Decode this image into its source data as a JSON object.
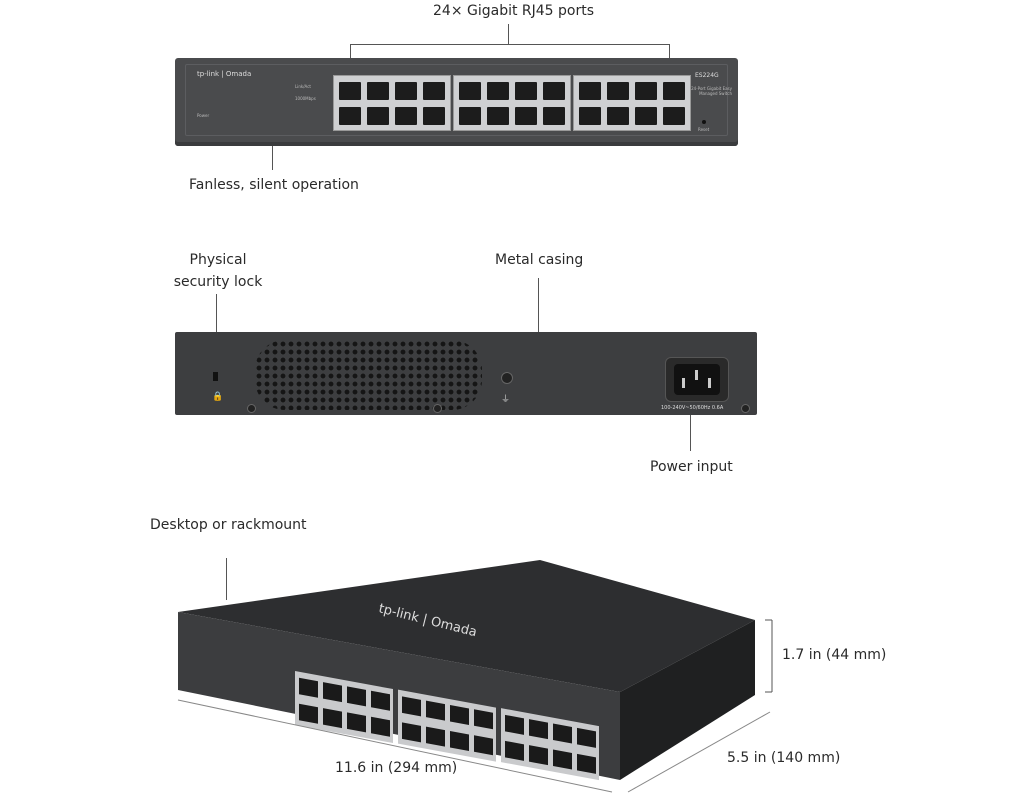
{
  "callouts": {
    "ports": "24× Gigabit RJ45 ports",
    "fanless": "Fanless, silent operation",
    "lock": "Physical security lock",
    "casing": "Metal casing",
    "power": "Power input",
    "mount": "Desktop or rackmount",
    "height": "1.7 in (44 mm)",
    "width": "11.6  in (294 mm)",
    "depth": "5.5  in (140 mm)"
  },
  "device": {
    "brand": "tp-link | Omada",
    "model": "ES224G",
    "description": "24-Port Gigabit Easy Managed Switch",
    "reset": "Reset",
    "led_link": "Link/Act",
    "led_speed": "1000Mbps",
    "led_power": "Power",
    "power_rating": "100-240V~50/60Hz 0.6A",
    "port_count": 24
  },
  "colors": {
    "casing": "#3d3e40",
    "ports": "#cfd0d2"
  }
}
